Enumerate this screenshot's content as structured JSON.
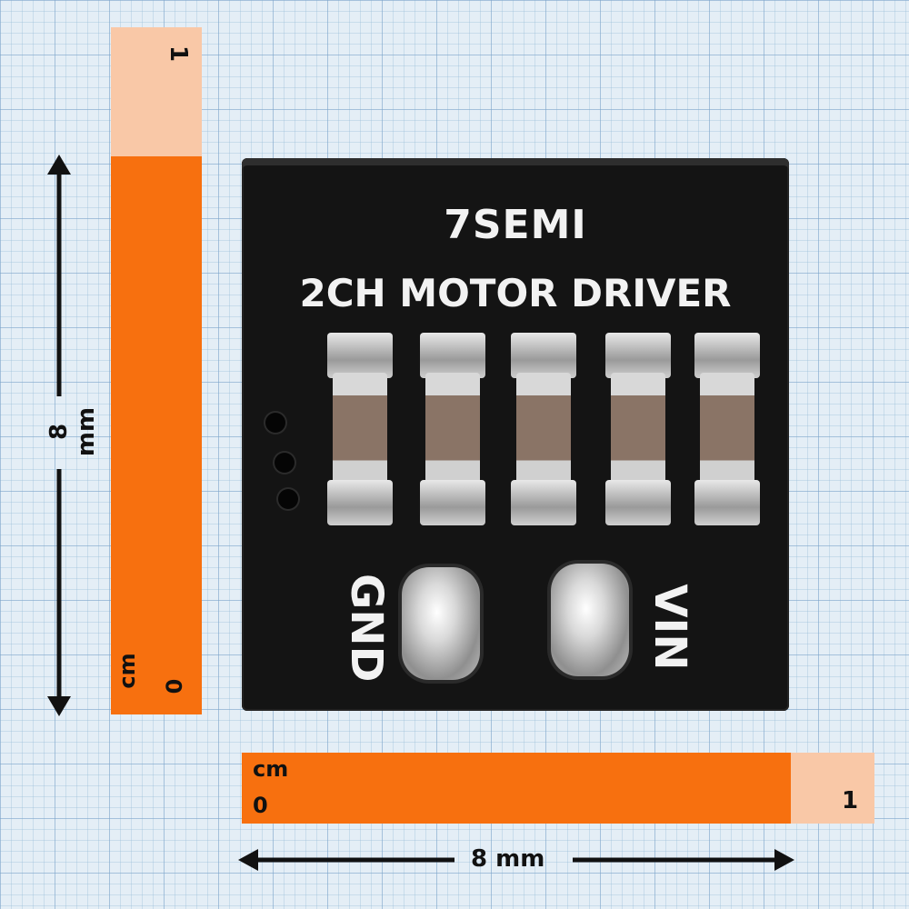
{
  "vertical_ruler": {
    "top_value": "1",
    "unit": "cm",
    "zero": "0"
  },
  "horizontal_ruler": {
    "unit": "cm",
    "zero": "0",
    "end_value": "1"
  },
  "dimensions": {
    "height_label": "8 mm",
    "width_label": "8 mm"
  },
  "board": {
    "brand": "7SEMI",
    "title": "2CH MOTOR DRIVER",
    "pin_left": "GND",
    "pin_right": "VIN",
    "capacitor_count": 5
  },
  "colors": {
    "ruler_dark": "#f7700f",
    "ruler_light": "#f9c8a7",
    "pcb": "#141414",
    "background": "#e4eef6"
  }
}
